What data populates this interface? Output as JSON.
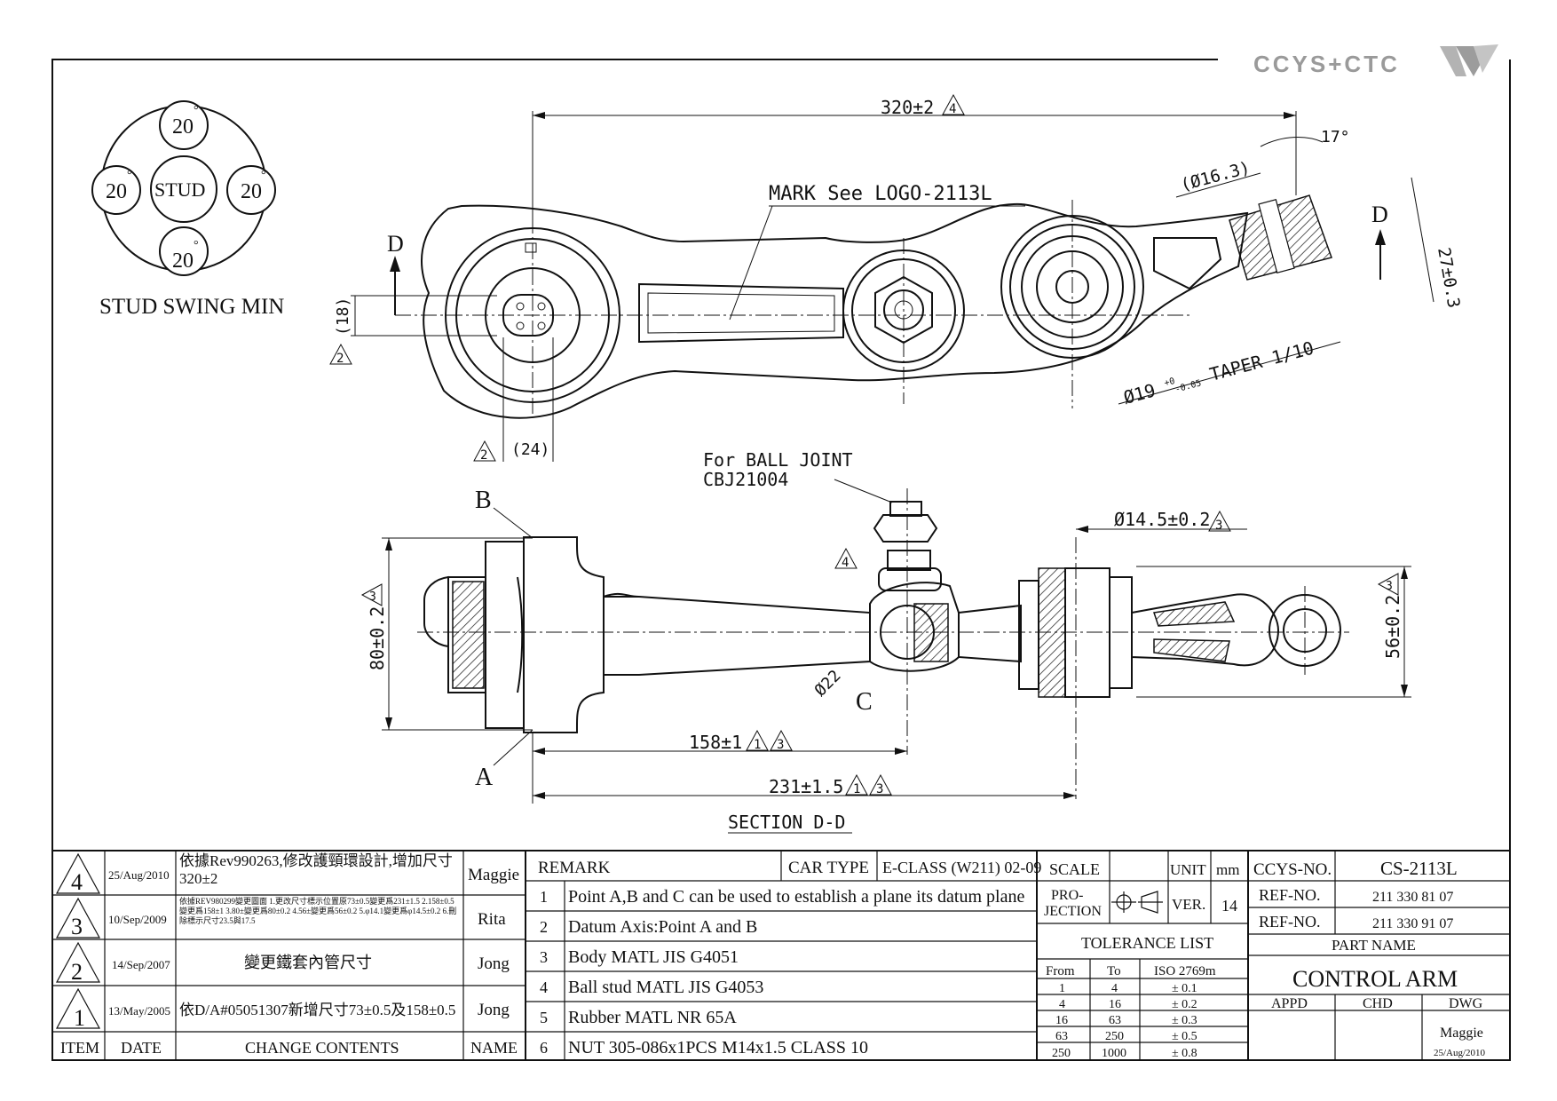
{
  "brand": {
    "logo_text": "CCYS+CTC"
  },
  "stud_swing": {
    "top": "20",
    "left": "20",
    "right": "20",
    "bottom": "20",
    "degree": "°",
    "center": "STUD",
    "caption": "STUD SWING MIN"
  },
  "dims": {
    "overall_length": "320±2",
    "angle": "17°",
    "dia_163": "(Ø16.3)",
    "mark": "MARK See LOGO-2113L",
    "d_label": "D",
    "height_27": "27±0.3",
    "dim_18": "(18)",
    "dim_24": "(24)",
    "taper_prefix": "Ø19",
    "taper_tol_top": "+0",
    "taper_tol_bot": "-0.05",
    "taper_text": "TAPER 1/10",
    "ball_joint_1": "For BALL JOINT",
    "ball_joint_2": "CBJ21004",
    "dia_145": "Ø14.5±0.2",
    "h80": "80±0.2",
    "h56": "56±0.2",
    "phi22": "Ø22",
    "d158": "158±1",
    "d231": "231±1.5",
    "point_a": "A",
    "point_b": "B",
    "point_c": "C",
    "section": "SECTION D-D"
  },
  "rev_marks": {
    "r1": "1",
    "r2": "2",
    "r3": "3",
    "r4": "4"
  },
  "revisions": [
    {
      "item": "4",
      "date": "25/Aug/2010",
      "change": "依據Rev990263,修改護頸環設計,增加尺寸320±2",
      "name": "Maggie"
    },
    {
      "item": "3",
      "date": "10/Sep/2009",
      "change": "依據REV980299變更圖面 1.更改尺寸標示位置原73±0.5變更爲231±1.5 2.158±0.5變更爲158±1 3.80±變更爲80±0.2 4.56±變更爲56±0.2 5.φ14.1變更爲φ14.5±0.2 6.刪除標示尺寸23.5與17.5",
      "name": "Rita"
    },
    {
      "item": "2",
      "date": "14/Sep/2007",
      "change": "變更鐵套內管尺寸",
      "name": "Jong"
    },
    {
      "item": "1",
      "date": "13/May/2005",
      "change": "依D/A#05051307新增尺寸73±0.5及158±0.5",
      "name": "Jong"
    }
  ],
  "rev_header": {
    "item": "ITEM",
    "date": "DATE",
    "change": "CHANGE CONTENTS",
    "name": "NAME"
  },
  "remarks": {
    "label": "REMARK",
    "car_type_label": "CAR TYPE",
    "car_type": "E-CLASS (W211) 02-09",
    "items": [
      {
        "no": "1",
        "text": "Point A,B and C can be used to establish a plane its datum plane"
      },
      {
        "no": "2",
        "text": "Datum Axis:Point A and B"
      },
      {
        "no": "3",
        "text": "Body MATL JIS G4051"
      },
      {
        "no": "4",
        "text": "Ball stud MATL JIS G4053"
      },
      {
        "no": "5",
        "text": "Rubber MATL NR 65A"
      },
      {
        "no": "6",
        "text": "NUT 305-086x1PCS M14x1.5 CLASS 10"
      }
    ]
  },
  "spec": {
    "scale_label": "SCALE",
    "unit_label": "UNIT",
    "unit": "mm",
    "projection_1": "PRO-",
    "projection_2": "JECTION",
    "ver_label": "VER.",
    "ver": "14",
    "tolerance_title": "TOLERANCE LIST",
    "tol_from": "From",
    "tol_to": "To",
    "tol_iso": "ISO 2769m",
    "tolerances": [
      {
        "from": "1",
        "to": "4",
        "tol": "± 0.1"
      },
      {
        "from": "4",
        "to": "16",
        "tol": "± 0.2"
      },
      {
        "from": "16",
        "to": "63",
        "tol": "± 0.3"
      },
      {
        "from": "63",
        "to": "250",
        "tol": "± 0.5"
      },
      {
        "from": "250",
        "to": "1000",
        "tol": "± 0.8"
      }
    ]
  },
  "part": {
    "ccys_label": "CCYS-NO.",
    "ccys_no": "CS-2113L",
    "ref_label": "REF-NO.",
    "ref1": "211 330 81 07",
    "ref2": "211 330 91 07",
    "name_label": "PART NAME",
    "name": "CONTROL ARM",
    "appd": "APPD",
    "chd": "CHD",
    "dwg": "DWG",
    "drawn_by": "Maggie",
    "drawn_date": "25/Aug/2010"
  }
}
